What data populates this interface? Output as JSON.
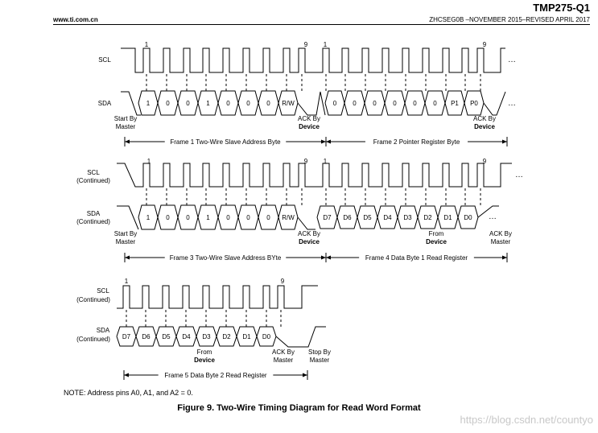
{
  "header": {
    "part": "TMP275-Q1",
    "site": "www.ti.com.cn",
    "revision": "ZHCSEG0B –NOVEMBER 2015–REVISED APRIL 2017"
  },
  "labels": {
    "scl": "SCL",
    "sda": "SDA",
    "continued": "(Continued)",
    "ellipsis": "…",
    "clk1": "1",
    "clk9": "9",
    "start_by": "Start By",
    "master": "Master",
    "ack_by": "ACK By",
    "device": "Device",
    "from": "From",
    "stop_by": "Stop By"
  },
  "frames": [
    {
      "bits": [
        "1",
        "0",
        "0",
        "1",
        "0",
        "0",
        "0",
        "R/W"
      ],
      "label": "Frame 1 Two-Wire Slave Address Byte"
    },
    {
      "bits": [
        "0",
        "0",
        "0",
        "0",
        "0",
        "0",
        "P1",
        "P0"
      ],
      "label": "Frame 2 Pointer Register Byte"
    },
    {
      "bits": [
        "1",
        "0",
        "0",
        "1",
        "0",
        "0",
        "0",
        "R/W"
      ],
      "label": "Frame 3 Two-Wire Slave Address BYte"
    },
    {
      "bits": [
        "D7",
        "D6",
        "D5",
        "D4",
        "D3",
        "D2",
        "D1",
        "D0"
      ],
      "label": "Frame 4 Data Byte 1 Read Register"
    },
    {
      "bits": [
        "D7",
        "D6",
        "D5",
        "D4",
        "D3",
        "D2",
        "D1",
        "D0"
      ],
      "label": "Frame 5 Data Byte 2 Read Register"
    }
  ],
  "note": "NOTE:  Address pins A0, A1, and A2 = 0.",
  "caption": "Figure 9.  Two-Wire Timing Diagram for Read Word Format",
  "watermark": "https://blog.csdn.net/countyo"
}
